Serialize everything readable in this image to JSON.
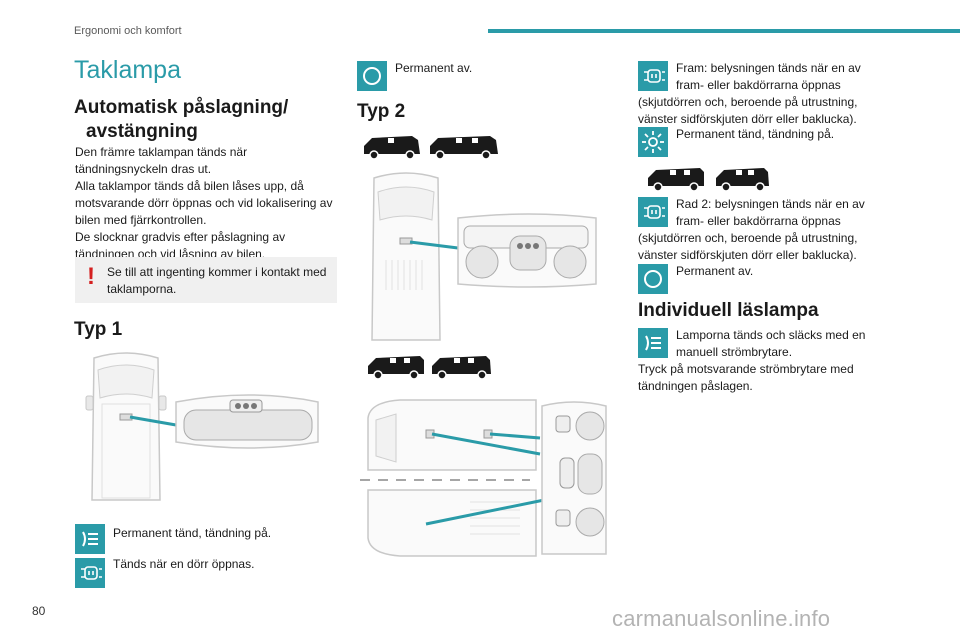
{
  "header": {
    "section": "Ergonomi och komfort",
    "page_number": "80"
  },
  "watermark": "carmanualsonline.info",
  "title": "Taklampa",
  "col1": {
    "heading_line1": "Automatisk påslagning/",
    "heading_line2": "avstängning",
    "para_lines": [
      "Den främre taklampan tänds när",
      "tändningsnyckeln dras ut.",
      "Alla taklampor tänds då bilen låses upp, då",
      "motsvarande dörr öppnas och vid lokalisering av",
      "bilen med fjärrkontrollen.",
      "De slocknar gradvis efter påslagning av",
      "tändningen och vid låsning av bilen."
    ],
    "warning_mark": "!",
    "warning_lines": [
      "Se till att ingenting kommer i kontakt med",
      "taklamporna."
    ],
    "type1_heading": "Typ 1",
    "type1_items": [
      {
        "icon": "permanent-on-icon",
        "text": "Permanent tänd, tändning på."
      },
      {
        "icon": "door-open-icon",
        "text": "Tänds när en dörr öppnas."
      }
    ]
  },
  "col2": {
    "top_item": {
      "icon": "off-circle-icon",
      "text": "Permanent av."
    },
    "type2_heading": "Typ 2"
  },
  "col3": {
    "item1": {
      "icon": "door-open-icon",
      "line1": "Fram: belysningen tänds när en av",
      "line2": "fram- eller bakdörrarna öppnas",
      "line3": "(skjutdörren och, beroende på utrustning,",
      "line4": "vänster sidförskjuten dörr eller baklucka)."
    },
    "item2": {
      "icon": "sun-icon",
      "text": "Permanent tänd, tändning på."
    },
    "item3": {
      "icon": "door-open-icon",
      "line1": "Rad 2: belysningen tänds när en av",
      "line2": "fram- eller bakdörrarna öppnas",
      "line3": "(skjutdörren och, beroende på utrustning,",
      "line4": "vänster sidförskjuten dörr eller baklucka)."
    },
    "item4": {
      "icon": "off-circle-icon",
      "text": "Permanent av."
    },
    "reading_heading": "Individuell läslampa",
    "item5": {
      "icon": "permanent-on-icon",
      "line1": "Lamporna tänds och släcks med en",
      "line2": "manuell strömbrytare."
    },
    "tail_lines": [
      "Tryck på motsvarande strömbrytare med",
      "tändningen påslagen."
    ]
  },
  "colors": {
    "accent": "#2a9ba8",
    "warning": "#d42020",
    "box": "#f0f0f0"
  }
}
